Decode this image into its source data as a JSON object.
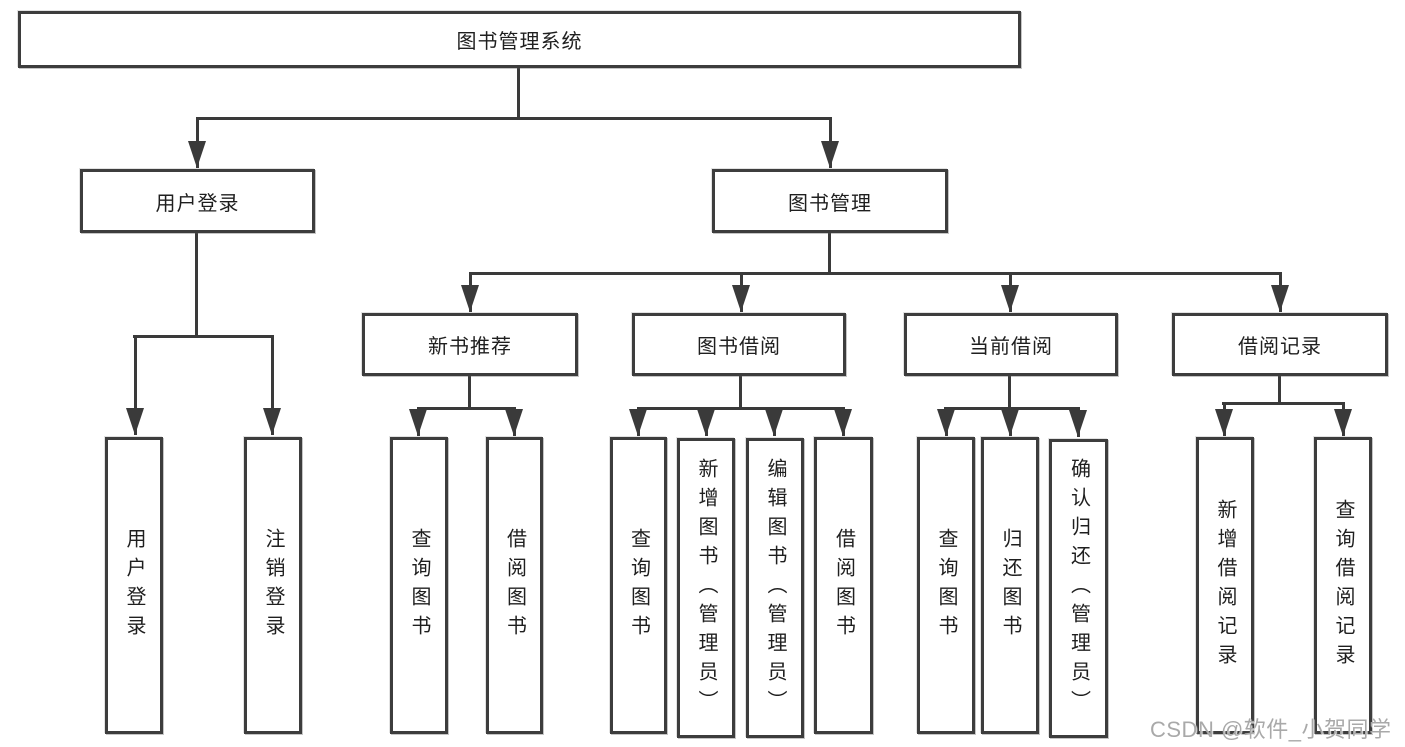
{
  "diagram": {
    "title": "图书管理系统",
    "level2": {
      "user_login": "用户登录",
      "book_mgmt": "图书管理"
    },
    "level3": {
      "new_book_rec": "新书推荐",
      "book_borrow": "图书借阅",
      "current_borrow": "当前借阅",
      "borrow_record": "借阅记录"
    },
    "leaves": {
      "user_login_leaf": "用户登录",
      "logout_leaf": "注销登录",
      "rec_query_books": "查询图书",
      "rec_borrow_books": "借阅图书",
      "bb_query_books": "查询图书",
      "bb_add_books": "新增图书（管理员）",
      "bb_edit_books": "编辑图书（管理员）",
      "bb_borrow_books": "借阅图书",
      "cb_query_books": "查询图书",
      "cb_return_books": "归还图书",
      "cb_confirm_return": "确认归还（管理员）",
      "br_add_record": "新增借阅记录",
      "br_query_record": "查询借阅记录"
    }
  },
  "watermark": "CSDN @软件_小贺同学",
  "colors": {
    "line": "#3a3a3a",
    "border": "#3d3d3d",
    "text": "#1f1f1f",
    "watermark": "#a9a9a9",
    "background": "#ffffff"
  }
}
